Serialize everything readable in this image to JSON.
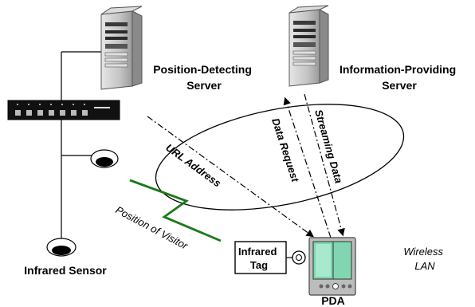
{
  "labels": {
    "position_server": [
      "Position-Detecting",
      "Server"
    ],
    "info_server": [
      "Information-Providing",
      "Server"
    ],
    "url_address": "URL Address",
    "data_request": "Data Request",
    "streaming_data": "Streaming Data",
    "position_of_visitor": "Position of Visitor",
    "infrared_tag": [
      "Infrared",
      "Tag"
    ],
    "wireless_lan": [
      "Wireless",
      "LAN"
    ],
    "infrared_sensor": "Infrared Sensor",
    "pda": "PDA"
  },
  "colors": {
    "lightning": "#1a7a1a",
    "pda_screen": "#7fd6b0",
    "server_body": "#c9c9c9",
    "hub_body": "#111111"
  },
  "icons": {
    "server": "server-icon",
    "hub": "network-hub-icon",
    "sensor": "infrared-sensor-icon",
    "pda": "pda-icon",
    "tag": "infrared-tag-icon",
    "lightning": "lightning-bolt-icon"
  }
}
